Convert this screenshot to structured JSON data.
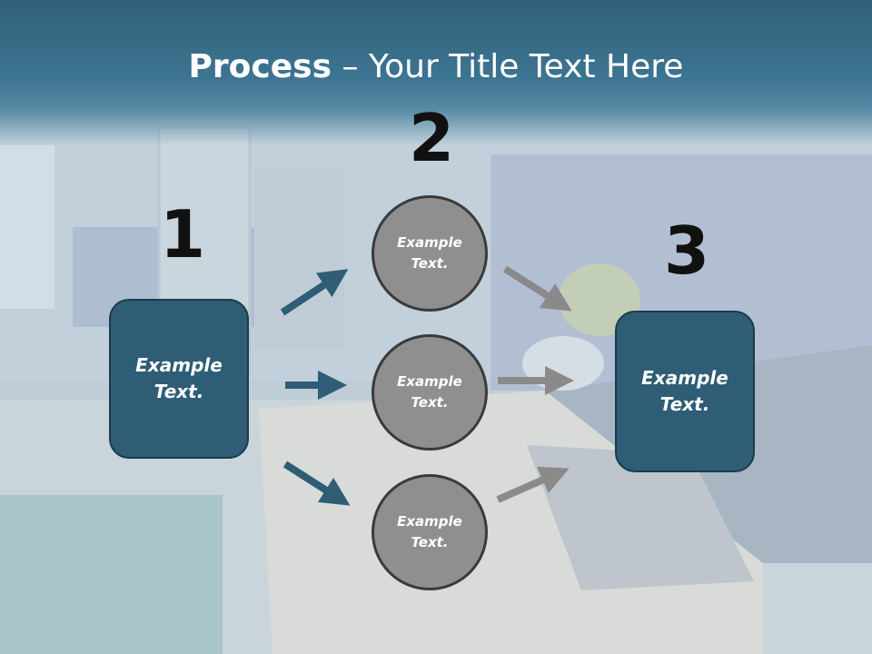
{
  "title": {
    "bold": "Process",
    "rest": " – Your Title Text Here"
  },
  "steps": {
    "one": "1",
    "two": "2",
    "three": "3"
  },
  "boxes": {
    "left": "Example\nText.",
    "right": "Example\nText."
  },
  "circles": {
    "top": "Example\nText.",
    "middle": "Example\nText.",
    "bottom": "Example\nText."
  },
  "colors": {
    "title_band": "#3d7592",
    "box_fill": "#2e5d75",
    "circle_fill": "#8f8f8f",
    "arrow_left": "#2e5d75",
    "arrow_right": "#8a8a8a"
  }
}
